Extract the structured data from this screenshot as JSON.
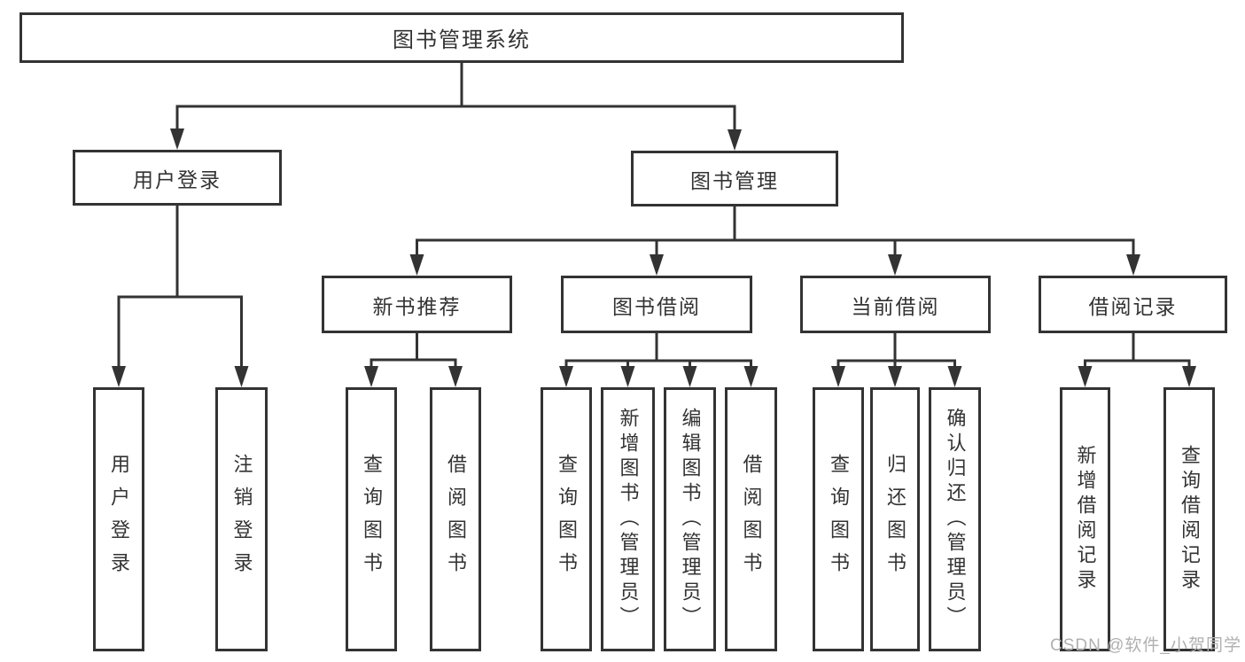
{
  "watermark": "CSDN @软件_小贺同学",
  "nodes": {
    "root": "图书管理系统",
    "user_login": "用户登录",
    "book_management": "图书管理",
    "new_book_recommendation": "新书推荐",
    "book_borrowing": "图书借阅",
    "current_borrowing": "当前借阅",
    "borrowing_records": "借阅记录",
    "leaf_user_login": "用户登录",
    "leaf_logout": "注销登录",
    "leaf_rec_query_books": "查询图书",
    "leaf_rec_borrow_books": "借阅图书",
    "leaf_bb_query_books": "查询图书",
    "leaf_bb_add_books_admin": "新增图书（管理员）",
    "leaf_bb_edit_books_admin": "编辑图书（管理员）",
    "leaf_bb_borrow_books": "借阅图书",
    "leaf_cb_query_books": "查询图书",
    "leaf_cb_return_books": "归还图书",
    "leaf_cb_confirm_return_admin": "确认归还（管理员）",
    "leaf_br_add_record": "新增借阅记录",
    "leaf_br_query_record": "查询借阅记录"
  }
}
